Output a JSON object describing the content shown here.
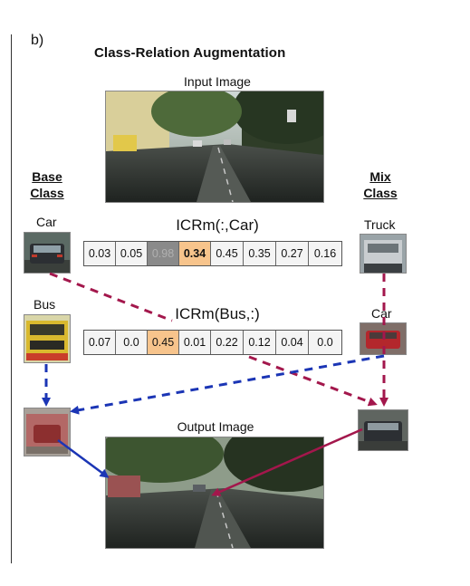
{
  "panel_label": "b)",
  "title": "Class-Relation Augmentation",
  "input_caption": "Input Image",
  "output_caption": "Output Image",
  "base_heading": [
    "Base",
    "Class"
  ],
  "mix_heading": [
    "Mix",
    "Class"
  ],
  "labels": {
    "base_car": "Car",
    "base_bus": "Bus",
    "mix_truck": "Truck",
    "mix_car": "Car"
  },
  "icr_car": {
    "title": "ICRm(:,Car)",
    "values": [
      "0.03",
      "0.05",
      "0.98",
      "0.34",
      "0.45",
      "0.35",
      "0.27",
      "0.16"
    ],
    "grey_index": 2,
    "highlight_index": 3
  },
  "icr_bus": {
    "title": "ICRm(Bus,:)",
    "values": [
      "0.07",
      "0.0",
      "0.45",
      "0.01",
      "0.22",
      "0.12",
      "0.04",
      "0.0"
    ],
    "highlight_index": 2
  },
  "colors": {
    "highlight": "#f7c48c",
    "grey_cell": "#8a8a8a",
    "blue_arrow": "#1b35b5",
    "red_arrow": "#a3174c"
  }
}
